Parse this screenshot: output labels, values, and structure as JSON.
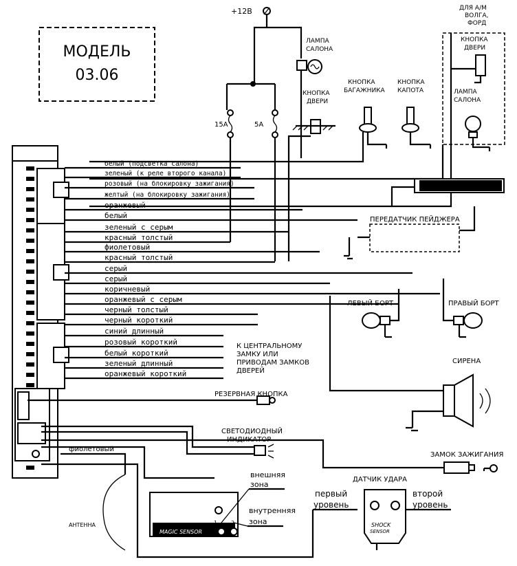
{
  "model_box": {
    "line1": "МОДЕЛЬ",
    "line2": "03.06"
  },
  "power": {
    "label": "+12В"
  },
  "top_right": {
    "label_line1": "ДЛЯ А/М",
    "label_line2": "ВОЛГА,",
    "label_line3": "ФОРД"
  },
  "fuses": {
    "f1": "15А",
    "f2": "5А"
  },
  "components": {
    "cabin_lamp": {
      "line1": "ЛАМПА",
      "line2": "САЛОНА"
    },
    "door_button": {
      "line1": "КНОПКА",
      "line2": "ДВЕРИ"
    },
    "trunk_button": {
      "line1": "КНОПКА",
      "line2": "БАГАЖНИКА"
    },
    "hood_button": {
      "line1": "КНОПКА",
      "line2": "КАПОТА"
    },
    "door_button_r": {
      "line1": "КНОПКА",
      "line2": "ДВЕРИ"
    },
    "cabin_lamp_r": {
      "line1": "ЛАМПА",
      "line2": "САЛОНА"
    },
    "pager": "ПЕРЕДАТЧИК ПЕЙДЖЕРА",
    "left_side": "ЛЕВЫЙ БОРТ",
    "right_side": "ПРАВЫЙ БОРТ",
    "siren": "СИРЕНА",
    "central_lock": {
      "line1": "К ЦЕНТРАЛЬНОМУ",
      "line2": "ЗАМКУ ИЛИ",
      "line3": "ПРИВОДАМ ЗАМКОВ",
      "line4": "ДВЕРЕЙ"
    },
    "reserve_button": "РЕЗЕРВНАЯ КНОПКА",
    "led": {
      "line1": "СВЕТОДИОДНЫЙ",
      "line2": "ИНДИКАТОР"
    },
    "ignition": "ЗАМОК ЗАЖИГАНИЯ",
    "shock_sensor": "ДАТЧИК УДАРА",
    "first_level": {
      "line1": "первый",
      "line2": "уровень"
    },
    "second_level": {
      "line1": "второй",
      "line2": "уровень"
    },
    "shock_logo": {
      "line1": "SHOCK",
      "line2": "SENSOR"
    },
    "antenna": "АНТЕННА",
    "violet_wire": "фиолетовый",
    "outer_zone": {
      "line1": "внешняя",
      "line2": "зона"
    },
    "inner_zone": {
      "line1": "внутренняя",
      "line2": "зона"
    },
    "magic_sensor": "MAGIC SENSOR",
    "zone_1": "1",
    "zone_2": "2"
  },
  "wires": [
    "белый (подсветка салона)",
    "зеленый (к реле второго канала)",
    "розовый (на блокировку зажигания)",
    "желтый (на блокировку зажигания)",
    "оранжевый",
    "белый",
    "зеленый с серым",
    "красный толстый",
    "фиолетовый",
    "красный толстый",
    "серый",
    "серый",
    "коричневый",
    "оранжевый с серым",
    "черный толстый",
    "черный короткий",
    "синий длинный",
    "розовый короткий",
    "белый короткий",
    "зеленый длинный",
    "оранжевый короткий"
  ]
}
